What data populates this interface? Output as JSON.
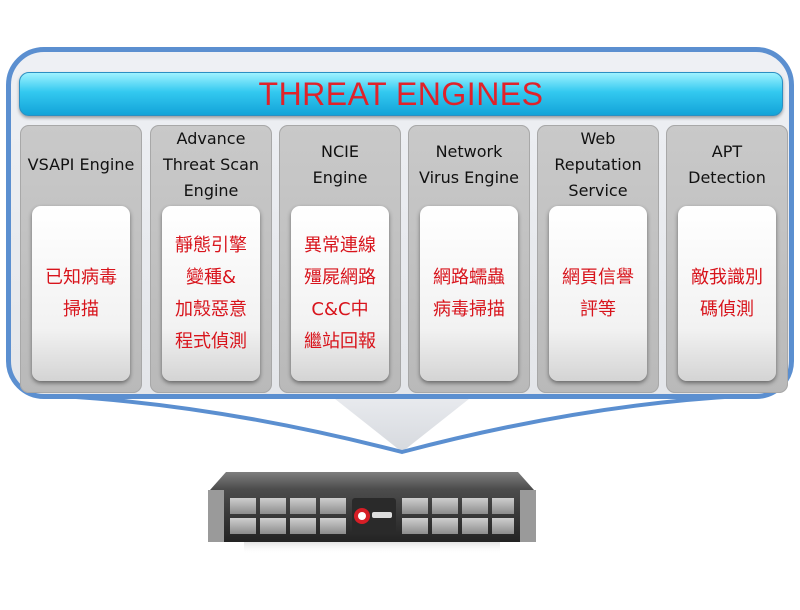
{
  "banner": {
    "title": "THREAT ENGINES"
  },
  "colors": {
    "frame": "#5b8fd0",
    "banner": "#20b4e4",
    "accent_text": "#d8141c",
    "card": "#c2c2c2"
  },
  "engines": [
    {
      "title": "VSAPI Engine",
      "description": "已知病毒\n掃描"
    },
    {
      "title": "Advance\nThreat Scan\nEngine",
      "description": "靜態引擎\n變種&\n加殼惡意\n程式偵測"
    },
    {
      "title": "NCIE\nEngine",
      "description": "異常連線\n殭屍網路\nC&C中\n繼站回報"
    },
    {
      "title": "Network\nVirus Engine",
      "description": "網路蠕蟲\n病毒掃描"
    },
    {
      "title": "Web\nReputation\nService",
      "description": "網頁信譽\n評等"
    },
    {
      "title": "APT\nDetection",
      "description": "敵我識別\n碼偵測"
    }
  ],
  "server": {
    "icon": "rack-server-icon"
  }
}
